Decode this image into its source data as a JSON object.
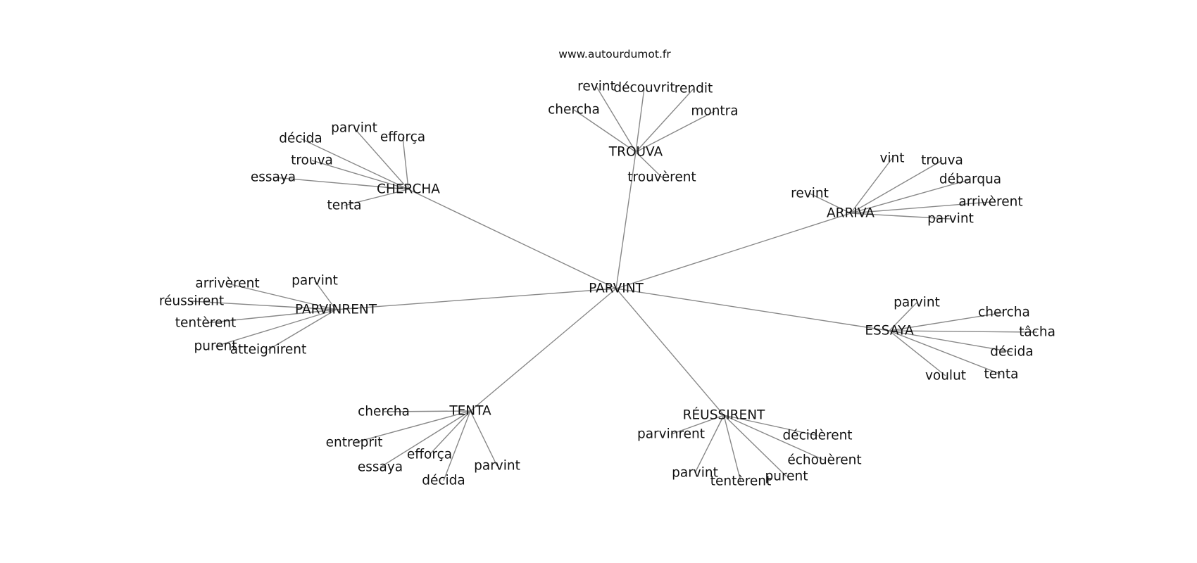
{
  "source": "www.autourdumot.fr",
  "center": "PARVINT",
  "clusters": [
    {
      "word": "TROUVA",
      "leaves": [
        "revint",
        "découvrit",
        "rendit",
        "chercha",
        "montra",
        "trouvèrent"
      ]
    },
    {
      "word": "CHERCHA",
      "leaves": [
        "parvint",
        "efforça",
        "décida",
        "trouva",
        "essaya",
        "tenta"
      ]
    },
    {
      "word": "ARRIVA",
      "leaves": [
        "vint",
        "trouva",
        "débarqua",
        "revint",
        "arrivèrent",
        "parvint"
      ]
    },
    {
      "word": "PARVINRENT",
      "leaves": [
        "arrivèrent",
        "parvint",
        "réussirent",
        "tentèrent",
        "purent",
        "atteignirent"
      ]
    },
    {
      "word": "ESSAYA",
      "leaves": [
        "parvint",
        "chercha",
        "tâcha",
        "décida",
        "voulut",
        "tenta"
      ]
    },
    {
      "word": "TENTA",
      "leaves": [
        "chercha",
        "entreprit",
        "efforça",
        "essaya",
        "décida",
        "parvint"
      ]
    },
    {
      "word": "RÉUSSIRENT",
      "leaves": [
        "parvinrent",
        "décidèrent",
        "échouèrent",
        "parvint",
        "tentèrent",
        "purent"
      ]
    }
  ]
}
